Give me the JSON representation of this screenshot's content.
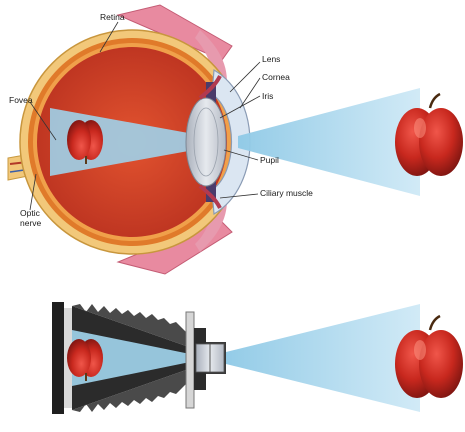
{
  "labels": {
    "retina": "Retina",
    "lens": "Lens",
    "cornea": "Cornea",
    "iris": "Iris",
    "fovea": "Fovea",
    "pupil": "Pupil",
    "ciliary_muscle": "Ciliary muscle",
    "optic_nerve_line1": "Optic",
    "optic_nerve_line2": "nerve"
  },
  "colors": {
    "sclera": "#f2c87a",
    "choroid": "#e07a2a",
    "vitreous": "#d8472e",
    "light_beam": "#a9d8ee",
    "apple_red": "#c8281e",
    "muscle_pink": "#e88aa0",
    "camera_body": "#2b2b2b",
    "lens_gray": "#c9ccd2"
  }
}
